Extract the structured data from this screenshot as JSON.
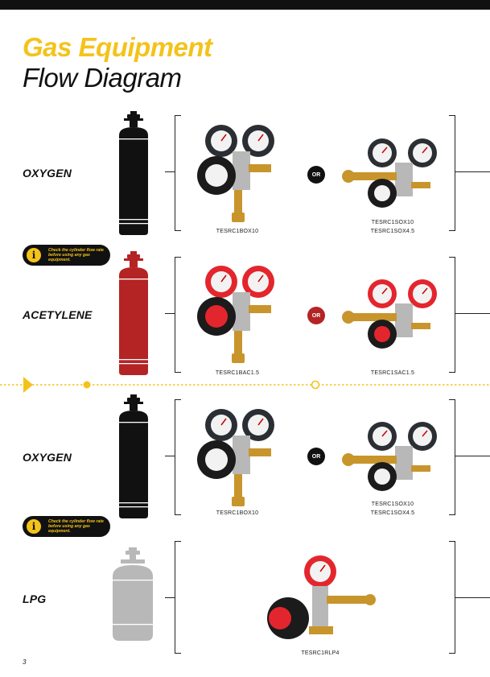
{
  "header": {
    "title_line1": "Gas Equipment",
    "title_line2": "Flow Diagram"
  },
  "or_label": "OR",
  "notice": {
    "icon": "info-icon",
    "icon_glyph": "i",
    "text": "Check the cylinder flow rate before using any gas equipment."
  },
  "sections": [
    {
      "gas": "OXYGEN",
      "cylinder_color": "#111111",
      "codes_left": "TESRC1BOX10",
      "codes_right_1": "TESRC1SOX10",
      "codes_right_2": "TESRC1SOX4.5"
    },
    {
      "gas": "ACETYLENE",
      "cylinder_color": "#b42425",
      "codes_left": "TESRC1BAC1.5",
      "codes_right_1": "TESRC1SAC1.5"
    },
    {
      "gas": "OXYGEN",
      "cylinder_color": "#111111",
      "codes_left": "TESRC1BOX10",
      "codes_right_1": "TESRC1SOX10",
      "codes_right_2": "TESRC1SOX4.5"
    },
    {
      "gas": "LPG",
      "cylinder_color": "#b8b8b8",
      "codes_center": "TESRC1RLP4"
    }
  ],
  "colors": {
    "accent": "#f4c31a",
    "acetylene_red": "#b42425",
    "text": "#111111"
  },
  "page": {
    "number": "3"
  }
}
